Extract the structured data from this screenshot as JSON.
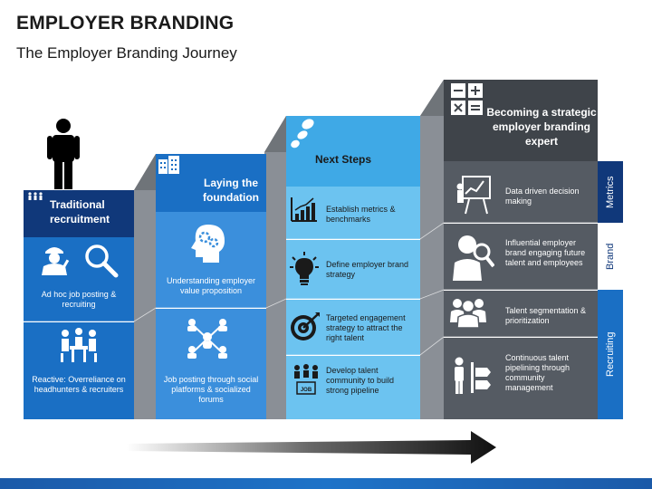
{
  "title": "EMPLOYER BRANDING",
  "subtitle": "The Employer Branding Journey",
  "stage1": {
    "header": "Traditional recruitment",
    "item1": "Ad hoc job posting & recruiting",
    "item2": "Reactive: Overreliance on headhunters & recruiters"
  },
  "stage2": {
    "header": "Laying the foundation",
    "item1": "Understanding employer value proposition",
    "item2": "Job posting through social platforms & socialized forums"
  },
  "stage3": {
    "header": "Next Steps",
    "item1": "Establish metrics & benchmarks",
    "item2": "Define employer brand strategy",
    "item3": "Targeted engagement strategy to attract the right talent",
    "item4": "Develop talent community to build strong pipeline",
    "job_label": "JOB"
  },
  "stage4": {
    "header": "Becoming a strategic employer branding expert",
    "item1": "Data driven decision making",
    "item2": "Influential employer brand engaging future talent and employees",
    "item3": "Talent segmentation & prioritization",
    "item4": "Continuous talent pipelining through community management"
  },
  "side_labels": {
    "metrics": "Metrics",
    "brand": "Brand",
    "recruiting": "Recruiting"
  },
  "colors": {
    "navy": "#10387a",
    "blue": "#1a6fc4",
    "light_blue": "#3fa9e6",
    "cyan": "#5bc1f0",
    "grey": "#555b63",
    "dark_grey": "#3f444a"
  }
}
